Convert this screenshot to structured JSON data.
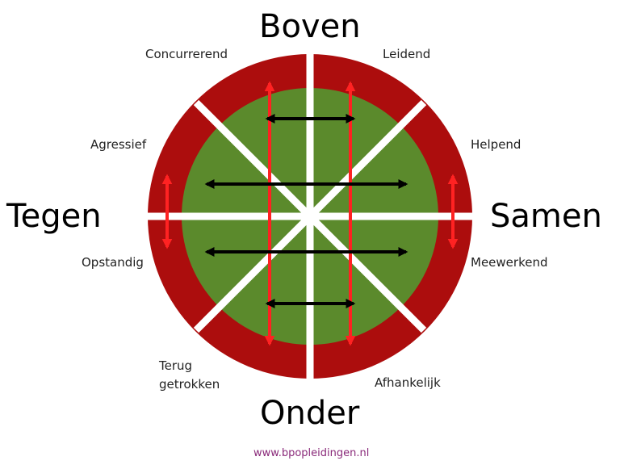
{
  "axes": {
    "top": "Boven",
    "bottom": "Onder",
    "left": "Tegen",
    "right": "Samen"
  },
  "segments": {
    "top_left": "Concurrerend",
    "top_right": "Leidend",
    "upper_left": "Agressief",
    "upper_right": "Helpend",
    "lower_left": "Opstandig",
    "lower_right": "Meewerkend",
    "bottom_left_line1": "Terug",
    "bottom_left_line2": "getrokken",
    "bottom_right": "Afhankelijk"
  },
  "footer": {
    "url": "www.bpopleidingen.nl"
  },
  "colors": {
    "outer_ring": "#ac0d0d",
    "inner_circle": "#5b8a2c",
    "dividers": "#ffffff",
    "red_arrows": "#ff2222",
    "black_arrows": "#000000",
    "footer_text": "#8a2a7a"
  }
}
